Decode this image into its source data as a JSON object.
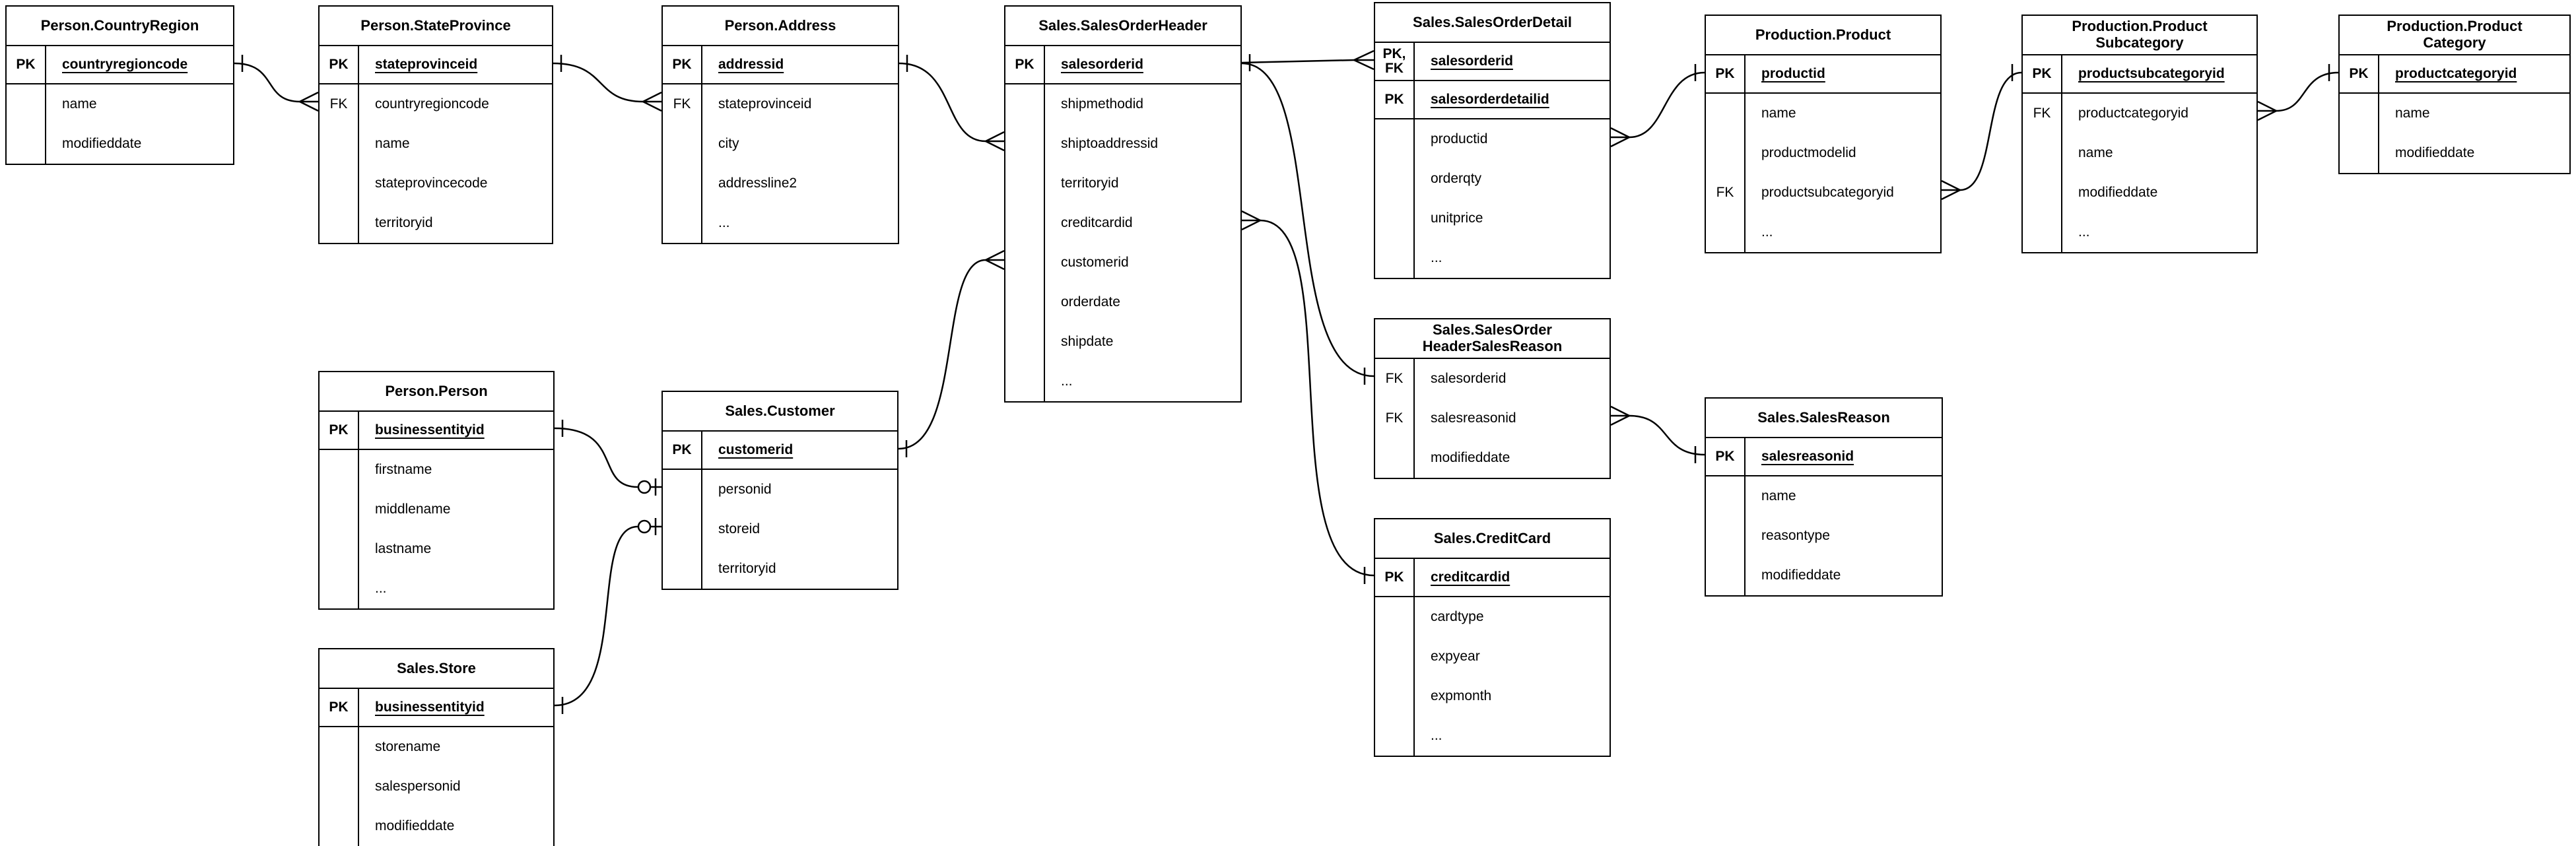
{
  "colors": {
    "line": "#000000",
    "background": "#ffffff",
    "text": "#000000"
  },
  "tables": {
    "countryregion": {
      "title": "Person.CountryRegion",
      "pk": [
        {
          "key": "PK",
          "field": "countryregioncode"
        }
      ],
      "rows": [
        {
          "key": "",
          "field": "name"
        },
        {
          "key": "",
          "field": "modifieddate"
        }
      ]
    },
    "stateprovince": {
      "title": "Person.StateProvince",
      "pk": [
        {
          "key": "PK",
          "field": "stateprovinceid"
        }
      ],
      "rows": [
        {
          "key": "FK",
          "field": "countryregioncode"
        },
        {
          "key": "",
          "field": "name"
        },
        {
          "key": "",
          "field": "stateprovincecode"
        },
        {
          "key": "",
          "field": "territoryid"
        }
      ]
    },
    "address": {
      "title": "Person.Address",
      "pk": [
        {
          "key": "PK",
          "field": "addressid"
        }
      ],
      "rows": [
        {
          "key": "FK",
          "field": "stateprovinceid"
        },
        {
          "key": "",
          "field": "city"
        },
        {
          "key": "",
          "field": "addressline2"
        },
        {
          "key": "",
          "field": "..."
        }
      ]
    },
    "salesorderheader": {
      "title": "Sales.SalesOrderHeader",
      "pk": [
        {
          "key": "PK",
          "field": "salesorderid"
        }
      ],
      "rows": [
        {
          "key": "",
          "field": "shipmethodid"
        },
        {
          "key": "",
          "field": "shiptoaddressid"
        },
        {
          "key": "",
          "field": "territoryid"
        },
        {
          "key": "",
          "field": "creditcardid"
        },
        {
          "key": "",
          "field": "customerid"
        },
        {
          "key": "",
          "field": "orderdate"
        },
        {
          "key": "",
          "field": "shipdate"
        },
        {
          "key": "",
          "field": "..."
        }
      ]
    },
    "salesorderdetail": {
      "title": "Sales.SalesOrderDetail",
      "pk": [
        {
          "key": "PK,\nFK",
          "field": "salesorderid"
        },
        {
          "key": "PK",
          "field": "salesorderdetailid"
        }
      ],
      "rows": [
        {
          "key": "",
          "field": "productid"
        },
        {
          "key": "",
          "field": "orderqty"
        },
        {
          "key": "",
          "field": "unitprice"
        },
        {
          "key": "",
          "field": "..."
        }
      ]
    },
    "product": {
      "title": "Production.Product",
      "pk": [
        {
          "key": "PK",
          "field": "productid"
        }
      ],
      "rows": [
        {
          "key": "",
          "field": "name"
        },
        {
          "key": "",
          "field": "productmodelid"
        },
        {
          "key": "FK",
          "field": "productsubcategoryid"
        },
        {
          "key": "",
          "field": "..."
        }
      ]
    },
    "productsubcategory": {
      "title": "Production.Product\nSubcategory",
      "pk": [
        {
          "key": "PK",
          "field": "productsubcategoryid"
        }
      ],
      "rows": [
        {
          "key": "FK",
          "field": "productcategoryid"
        },
        {
          "key": "",
          "field": "name"
        },
        {
          "key": "",
          "field": "modifieddate"
        },
        {
          "key": "",
          "field": "..."
        }
      ]
    },
    "productcategory": {
      "title": "Production.Product\nCategory",
      "pk": [
        {
          "key": "PK",
          "field": "productcategoryid"
        }
      ],
      "rows": [
        {
          "key": "",
          "field": "name"
        },
        {
          "key": "",
          "field": "modifieddate"
        }
      ]
    },
    "person": {
      "title": "Person.Person",
      "pk": [
        {
          "key": "PK",
          "field": "businessentityid"
        }
      ],
      "rows": [
        {
          "key": "",
          "field": "firstname"
        },
        {
          "key": "",
          "field": "middlename"
        },
        {
          "key": "",
          "field": "lastname"
        },
        {
          "key": "",
          "field": "..."
        }
      ]
    },
    "customer": {
      "title": "Sales.Customer",
      "pk": [
        {
          "key": "PK",
          "field": "customerid"
        }
      ],
      "rows": [
        {
          "key": "",
          "field": "personid"
        },
        {
          "key": "",
          "field": "storeid"
        },
        {
          "key": "",
          "field": "territoryid"
        }
      ]
    },
    "store": {
      "title": "Sales.Store",
      "pk": [
        {
          "key": "PK",
          "field": "businessentityid"
        }
      ],
      "rows": [
        {
          "key": "",
          "field": "storename"
        },
        {
          "key": "",
          "field": "salespersonid"
        },
        {
          "key": "",
          "field": "modifieddate"
        }
      ]
    },
    "headersalesreason": {
      "title": "Sales.SalesOrder\nHeaderSalesReason",
      "pk": [],
      "rows": [
        {
          "key": "FK",
          "field": "salesorderid"
        },
        {
          "key": "FK",
          "field": "salesreasonid"
        },
        {
          "key": "",
          "field": "modifieddate"
        }
      ]
    },
    "salesreason": {
      "title": "Sales.SalesReason",
      "pk": [
        {
          "key": "PK",
          "field": "salesreasonid"
        }
      ],
      "rows": [
        {
          "key": "",
          "field": "name"
        },
        {
          "key": "",
          "field": "reasontype"
        },
        {
          "key": "",
          "field": "modifieddate"
        }
      ]
    },
    "creditcard": {
      "title": "Sales.CreditCard",
      "pk": [
        {
          "key": "PK",
          "field": "creditcardid"
        }
      ],
      "rows": [
        {
          "key": "",
          "field": "cardtype"
        },
        {
          "key": "",
          "field": "expyear"
        },
        {
          "key": "",
          "field": "expmonth"
        },
        {
          "key": "",
          "field": "..."
        }
      ]
    }
  },
  "relationships": [
    {
      "from": "Person.CountryRegion.countryregioncode",
      "to": "Person.StateProvince.countryregioncode",
      "from_end": "one",
      "to_end": "many"
    },
    {
      "from": "Person.StateProvince.stateprovinceid",
      "to": "Person.Address.stateprovinceid",
      "from_end": "one",
      "to_end": "many"
    },
    {
      "from": "Person.Address.addressid",
      "to": "Sales.SalesOrderHeader.shiptoaddressid",
      "from_end": "one",
      "to_end": "many"
    },
    {
      "from": "Sales.Customer.customerid",
      "to": "Sales.SalesOrderHeader.customerid",
      "from_end": "one",
      "to_end": "many"
    },
    {
      "from": "Person.Person.businessentityid",
      "to": "Sales.Customer.personid",
      "from_end": "one",
      "to_end": "zero-or-one"
    },
    {
      "from": "Sales.Store.businessentityid",
      "to": "Sales.Customer.storeid",
      "from_end": "one",
      "to_end": "zero-or-one"
    },
    {
      "from": "Sales.SalesOrderHeader.salesorderid",
      "to": "Sales.SalesOrderDetail.salesorderid",
      "from_end": "one",
      "to_end": "many"
    },
    {
      "from": "Sales.SalesOrderHeader.salesorderid",
      "to": "Sales.SalesOrderHeaderSalesReason.salesorderid",
      "from_end": "one",
      "to_end": "one"
    },
    {
      "from": "Sales.CreditCard.creditcardid",
      "to": "Sales.SalesOrderHeader.creditcardid",
      "from_end": "one",
      "to_end": "many"
    },
    {
      "from": "Production.Product.productid",
      "to": "Sales.SalesOrderDetail.productid",
      "from_end": "one",
      "to_end": "many"
    },
    {
      "from": "Sales.SalesReason.salesreasonid",
      "to": "Sales.SalesOrderHeaderSalesReason.salesreasonid",
      "from_end": "one",
      "to_end": "many"
    },
    {
      "from": "Production.ProductSubcategory.productsubcategoryid",
      "to": "Production.Product.productsubcategoryid",
      "from_end": "one",
      "to_end": "many"
    },
    {
      "from": "Production.ProductCategory.productcategoryid",
      "to": "Production.ProductSubcategory.productcategoryid",
      "from_end": "one",
      "to_end": "many"
    }
  ]
}
